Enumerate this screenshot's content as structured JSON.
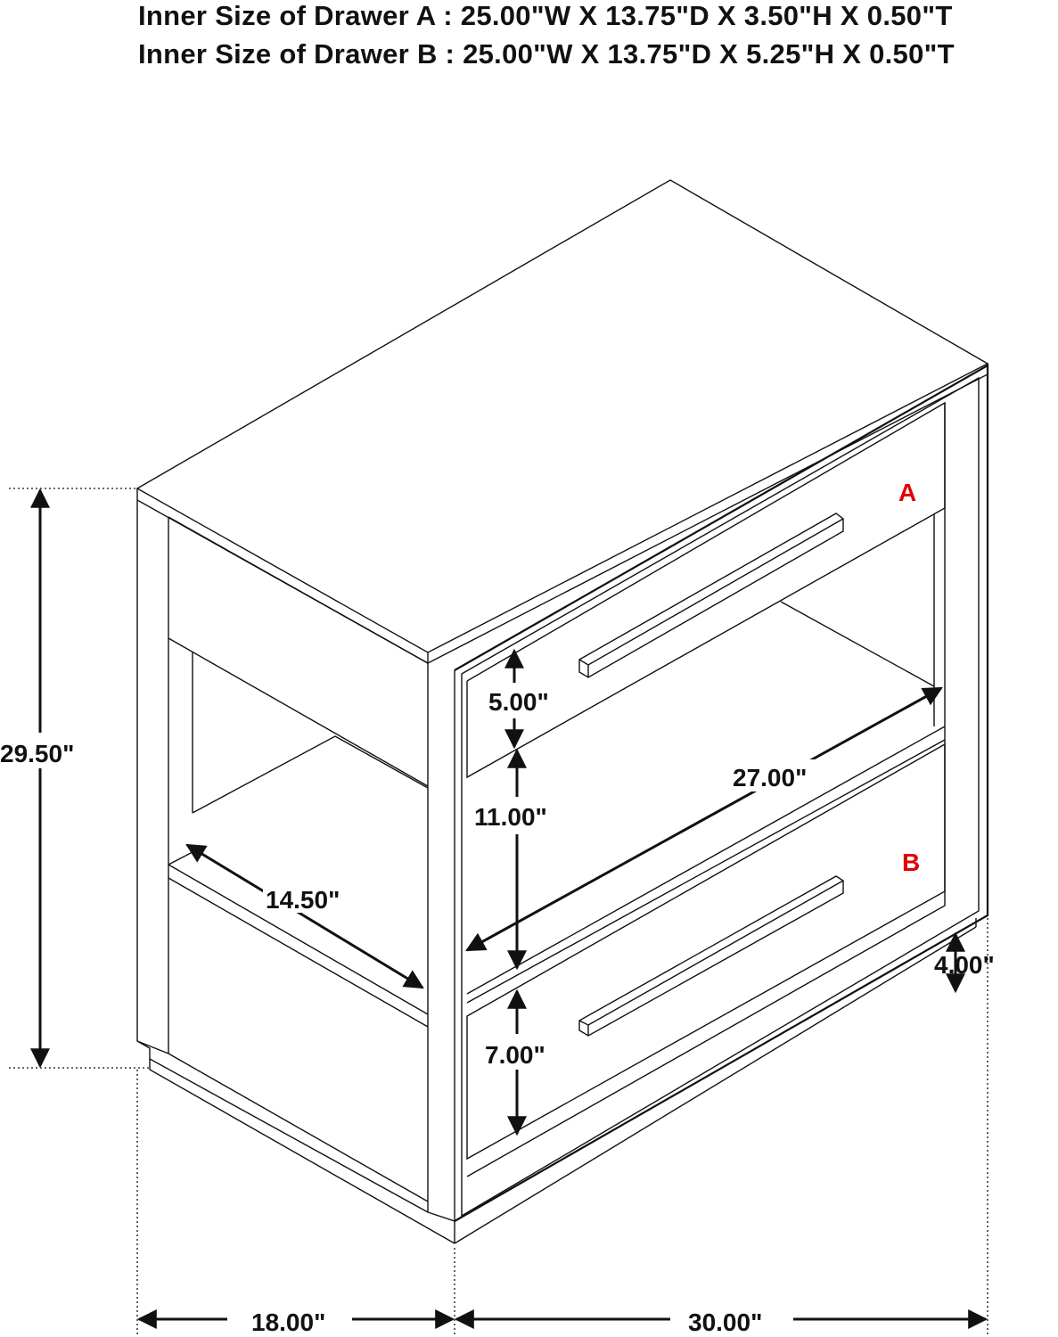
{
  "header": {
    "drawer_a": "Inner Size of Drawer A : 25.00\"W X 13.75\"D X 3.50\"H X 0.50\"T",
    "drawer_b": "Inner Size of Drawer B : 25.00\"W X 13.75\"D X 5.25\"H X 0.50\"T"
  },
  "labels": {
    "drawer_a_tag": "A",
    "drawer_b_tag": "B"
  },
  "dimensions": {
    "total_height": "29.50\"",
    "depth_side": "18.00\"",
    "width_front": "30.00\"",
    "shelf_depth": "14.50\"",
    "shelf_width": "27.00\"",
    "drawer_a_height": "5.00\"",
    "open_shelf_height": "11.00\"",
    "drawer_b_height": "7.00\"",
    "base_height": "4.00\""
  },
  "colors": {
    "line": "#111111",
    "tag": "#e00000",
    "background": "#ffffff"
  }
}
